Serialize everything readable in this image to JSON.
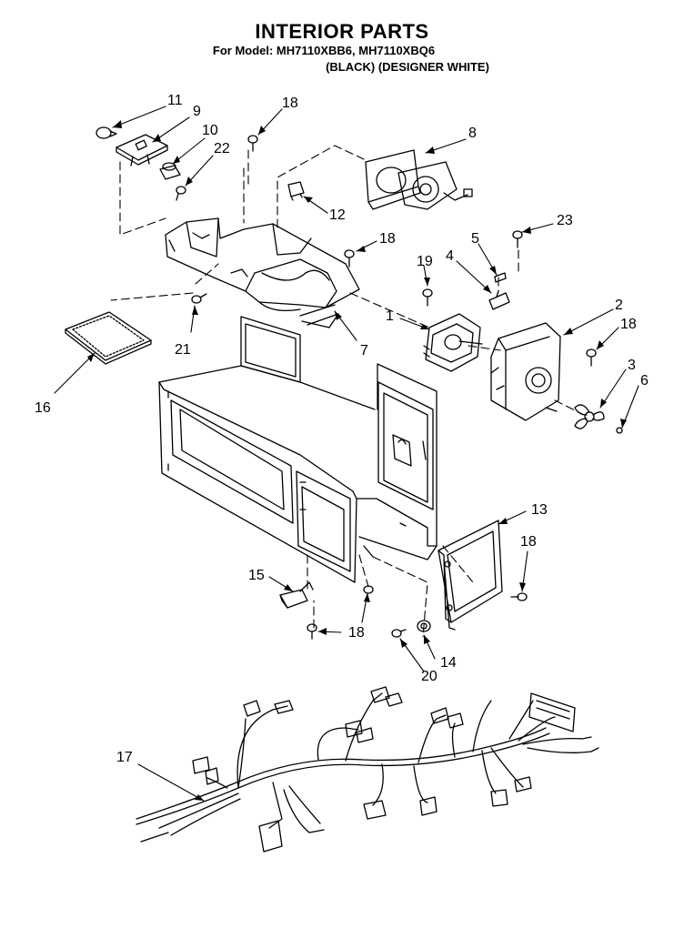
{
  "header": {
    "title": "INTERIOR PARTS",
    "models": "For Model: MH7110XBB6, MH7110XBQ6",
    "variants": "(BLACK)   (DESIGNER WHITE)"
  },
  "callouts": [
    {
      "id": "c1",
      "label": "1"
    },
    {
      "id": "c2",
      "label": "2"
    },
    {
      "id": "c3",
      "label": "3"
    },
    {
      "id": "c4",
      "label": "4"
    },
    {
      "id": "c5",
      "label": "5"
    },
    {
      "id": "c6",
      "label": "6"
    },
    {
      "id": "c7",
      "label": "7"
    },
    {
      "id": "c8",
      "label": "8"
    },
    {
      "id": "c9",
      "label": "9"
    },
    {
      "id": "c10",
      "label": "10"
    },
    {
      "id": "c11",
      "label": "11"
    },
    {
      "id": "c12",
      "label": "12"
    },
    {
      "id": "c13",
      "label": "13"
    },
    {
      "id": "c14",
      "label": "14"
    },
    {
      "id": "c15",
      "label": "15"
    },
    {
      "id": "c16",
      "label": "16"
    },
    {
      "id": "c17",
      "label": "17"
    },
    {
      "id": "c18a",
      "label": "18"
    },
    {
      "id": "c18b",
      "label": "18"
    },
    {
      "id": "c18c",
      "label": "18"
    },
    {
      "id": "c18d",
      "label": "18"
    },
    {
      "id": "c18e",
      "label": "18"
    },
    {
      "id": "c19",
      "label": "19"
    },
    {
      "id": "c20",
      "label": "20"
    },
    {
      "id": "c21",
      "label": "21"
    },
    {
      "id": "c22",
      "label": "22"
    },
    {
      "id": "c23",
      "label": "23"
    }
  ]
}
